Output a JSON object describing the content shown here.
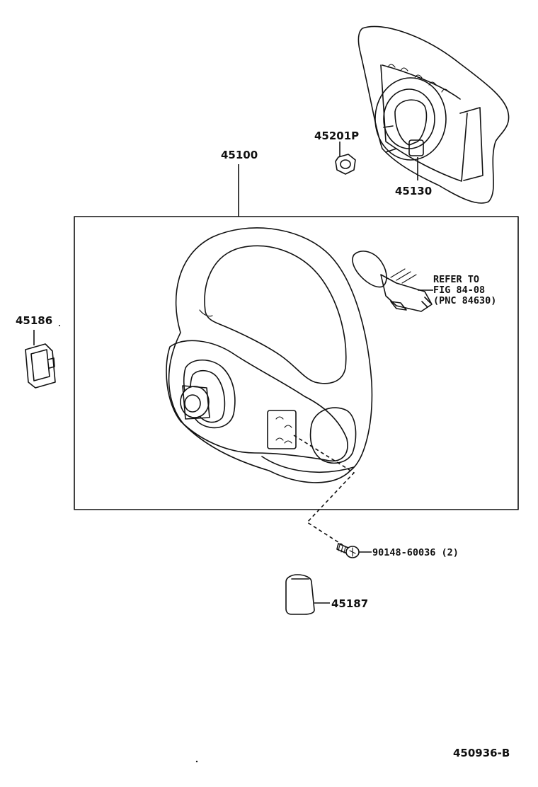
{
  "parts": {
    "steering_wheel": "45100",
    "pad_assembly": "45130",
    "nut": "45201P",
    "cover_left": "45186",
    "cover_right": "45187",
    "screw": "90148-60036 (2)"
  },
  "reference": {
    "line1": "REFER TO",
    "line2": "FIG 84-08",
    "line3": "(PNC 84630)"
  },
  "figure_id": "450936-B"
}
